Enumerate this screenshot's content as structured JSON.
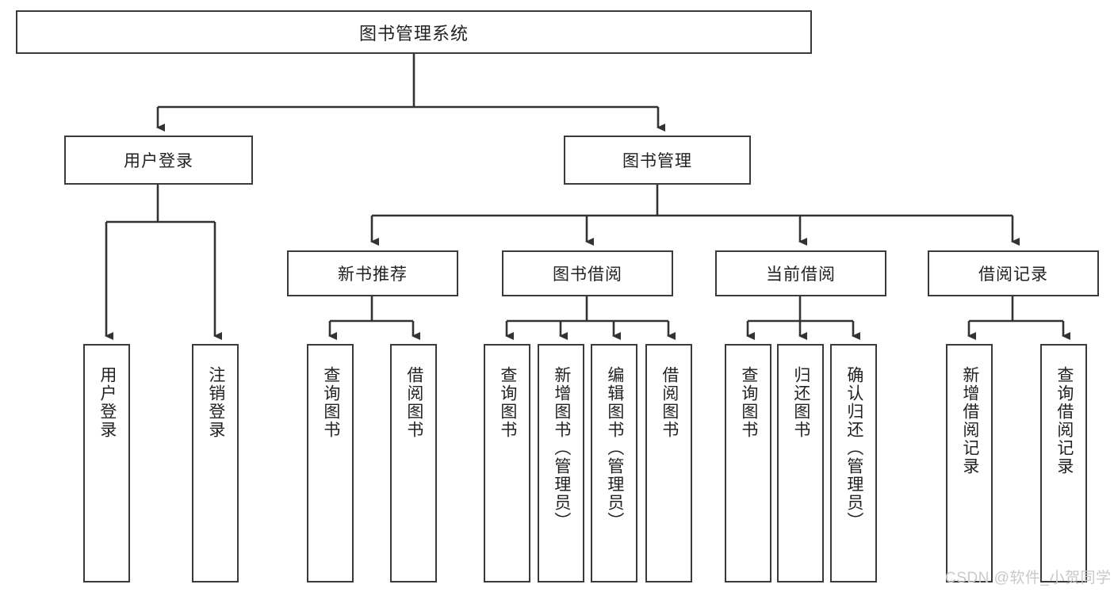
{
  "diagram": {
    "title": "图书管理系统",
    "watermark": "CSDN @软件_小贺同学",
    "colors": {
      "background": "#ffffff",
      "box_border": "#3a3a3a",
      "box_fill": "#ffffff",
      "connector": "#333333",
      "text": "#222222",
      "watermark": "#c9c9c9"
    }
  },
  "nodes": {
    "root": {
      "label": "图书管理系统"
    },
    "level1": [
      {
        "label": "用户登录"
      },
      {
        "label": "图书管理"
      }
    ],
    "level2": [
      {
        "label": "新书推荐"
      },
      {
        "label": "图书借阅"
      },
      {
        "label": "当前借阅"
      },
      {
        "label": "借阅记录"
      }
    ],
    "leaves": {
      "user_login": [
        {
          "label": "用户登录"
        },
        {
          "label": "注销登录"
        }
      ],
      "new_book_recommend": [
        {
          "label": "查询图书"
        },
        {
          "label": "借阅图书"
        }
      ],
      "book_borrow": [
        {
          "label": "查询图书"
        },
        {
          "label": "新增图书（管理员）"
        },
        {
          "label": "编辑图书（管理员）"
        },
        {
          "label": "借阅图书"
        }
      ],
      "current_borrow": [
        {
          "label": "查询图书"
        },
        {
          "label": "归还图书"
        },
        {
          "label": "确认归还（管理员）"
        }
      ],
      "borrow_record": [
        {
          "label": "新增借阅记录"
        },
        {
          "label": "查询借阅记录"
        }
      ]
    }
  }
}
